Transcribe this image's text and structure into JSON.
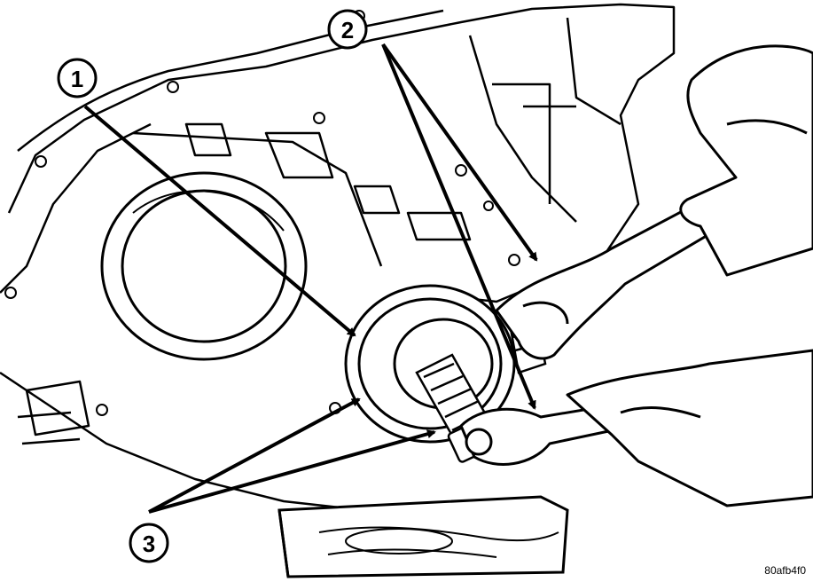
{
  "callouts": [
    {
      "id": "1",
      "label": "1"
    },
    {
      "id": "2",
      "label": "2"
    },
    {
      "id": "3",
      "label": "3"
    }
  ],
  "figure_code": "80afb4f0",
  "colors": {
    "ink": "#000000",
    "paper": "#ffffff"
  }
}
